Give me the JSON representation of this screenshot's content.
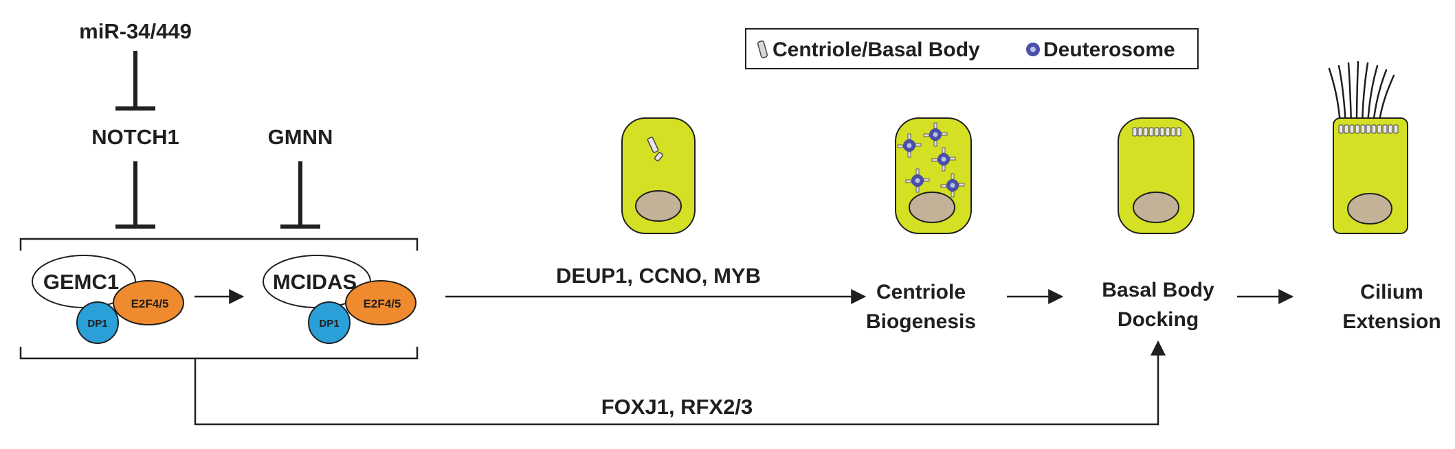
{
  "regulators": {
    "mir": "miR-34/449",
    "notch": "NOTCH1",
    "gmnn": "GMNN"
  },
  "complexes": {
    "gemc1": {
      "name": "GEMC1",
      "dp": "DP1",
      "e2f": "E2F4/5"
    },
    "mcidas": {
      "name": "MCIDAS",
      "dp": "DP1",
      "e2f": "E2F4/5"
    }
  },
  "pathway_labels": {
    "deup": "DEUP1, CCNO, MYB",
    "foxj": "FOXJ1, RFX2/3"
  },
  "stages": {
    "centriole": [
      "Centriole",
      "Biogenesis"
    ],
    "docking": [
      "Basal Body",
      "Docking"
    ],
    "cilium": [
      "Cilium",
      "Extension"
    ]
  },
  "legend": {
    "centriole": "Centriole/Basal Body",
    "deuterosome": "Deuterosome"
  },
  "colors": {
    "cell": "#d4e024",
    "nucleus": "#c4b298",
    "dp1": "#2a9fd8",
    "e2f": "#ef8a2e",
    "deuterosome": "#4a4fa8"
  }
}
